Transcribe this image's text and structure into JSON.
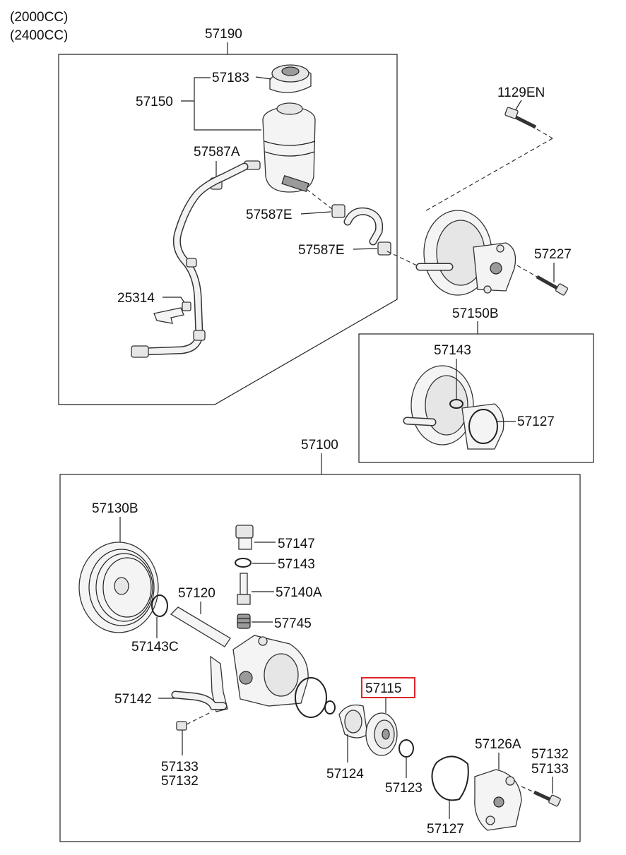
{
  "engine_notes": [
    "(2000CC)",
    "(2400CC)"
  ],
  "highlight_color": "#e0242b",
  "labels": {
    "p57190": "57190",
    "p57183": "57183",
    "p57150": "57150",
    "p57587A": "57587A",
    "p57587E_1": "57587E",
    "p57587E_2": "57587E",
    "p25314": "25314",
    "p1129EN": "1129EN",
    "p57227": "57227",
    "p57150B": "57150B",
    "p57143_top": "57143",
    "p57127_top": "57127",
    "p57100": "57100",
    "p57130B": "57130B",
    "p57147": "57147",
    "p57143_mid": "57143",
    "p57140A": "57140A",
    "p57120": "57120",
    "p57745": "57745",
    "p57143C": "57143C",
    "p57115": "57115",
    "p57142": "57142",
    "p57133_a": "57133",
    "p57132_a": "57132",
    "p57124": "57124",
    "p57123": "57123",
    "p57126A": "57126A",
    "p57132_b": "57132",
    "p57133_b": "57133",
    "p57127_bot": "57127"
  }
}
